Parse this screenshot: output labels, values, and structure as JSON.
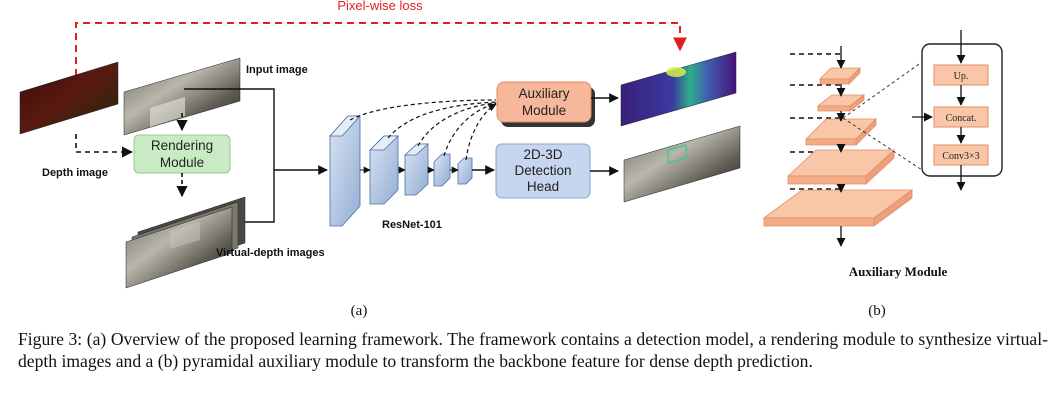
{
  "panel_a": {
    "loss_label": "Pixel-wise loss",
    "input_label": "Input image",
    "depth_label": "Depth image",
    "rendering_module": [
      "Rendering",
      "Module"
    ],
    "virtual_label": "Virtual-depth images",
    "backbone_label": "ResNet-101",
    "auxiliary_module": [
      "Auxiliary",
      "Module"
    ],
    "detection_head": [
      "2D-3D",
      "Detection",
      "Head"
    ],
    "sub_label": "(a)"
  },
  "panel_b": {
    "up_label": "Up.",
    "concat_label": "Concat.",
    "conv_label": "Conv3×3",
    "title": "Auxiliary Module",
    "sub_label": "(b)"
  },
  "caption": "Figure 3: (a) Overview of the proposed learning framework. The framework contains a detection model, a rendering module to synthesize virtual-depth images and a (b) pyramidal auxiliary module to transform the backbone feature for dense depth prediction.",
  "colors": {
    "loss_red": "#e02020",
    "rendering_green": "#c9ebc3",
    "auxiliary_orange": "#f6b79a",
    "detection_blue": "#c6d6ee",
    "backbone_blue": "#bccfe8",
    "pyramid_peach": "#f9c6a8"
  }
}
